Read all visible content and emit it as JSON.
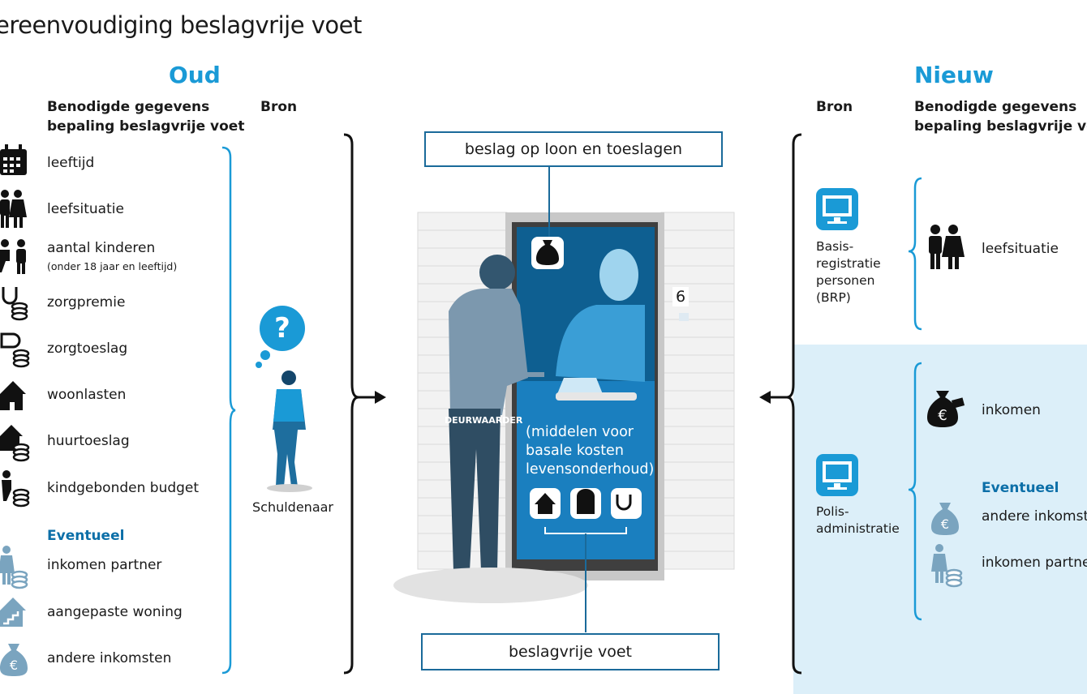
{
  "title": "ereenvoudiging beslagvrije voet",
  "old": {
    "heading": "Oud",
    "required_label_1": "Benodigde gegevens",
    "required_label_2": "bepaling beslagvrije voet",
    "source_label": "Bron",
    "items": [
      {
        "label": "leeftijd",
        "icon": "calendar-icon"
      },
      {
        "label": "leefsituatie",
        "icon": "family-icon"
      },
      {
        "label": "aantal kinderen",
        "sub": "(onder 18 jaar en leeftijd)",
        "icon": "children-icon"
      },
      {
        "label": "zorgpremie",
        "icon": "stethoscope-coins-icon"
      },
      {
        "label": "zorgtoeslag",
        "icon": "health-allowance-icon"
      },
      {
        "label": "woonlasten",
        "icon": "house-icon"
      },
      {
        "label": "huurtoeslag",
        "icon": "house-coins-icon"
      },
      {
        "label": "kindgebonden budget",
        "icon": "child-coins-icon"
      }
    ],
    "optional_heading": "Eventueel",
    "optional_items": [
      {
        "label": "inkomen partner",
        "icon": "partner-income-icon"
      },
      {
        "label": "aangepaste woning",
        "icon": "adapted-house-icon"
      },
      {
        "label": "andere inkomsten",
        "icon": "money-bag-icon"
      }
    ],
    "debtor_label": "Schuldenaar",
    "question_mark": "?"
  },
  "center": {
    "top_box": "beslag op loon en toeslagen",
    "bottom_box": "beslagvrije voet",
    "bailiff_label": "DEURWAARDER",
    "house_number": "6",
    "door_text_1": "(middelen voor",
    "door_text_2": "basale kosten",
    "door_text_3": "levensonderhoud)"
  },
  "new": {
    "heading": "Nieuw",
    "source_label": "Bron",
    "required_label_1": "Benodigde gegevens",
    "required_label_2": "bepaling beslagvrije voe",
    "brp": {
      "line1": "Basis-",
      "line2": "registratie",
      "line3": "personen",
      "line4": "(BRP)"
    },
    "brp_items": [
      {
        "label": "leefsituatie",
        "icon": "family-icon"
      }
    ],
    "polis": {
      "line1": "Polis-",
      "line2": "administratie"
    },
    "polis_items": [
      {
        "label": "inkomen",
        "icon": "money-bag-icon"
      }
    ],
    "optional_heading": "Eventueel",
    "optional_items": [
      {
        "label": "andere inkomst",
        "icon": "money-bag-icon"
      },
      {
        "label": "inkomen partner",
        "icon": "partner-income-icon"
      }
    ]
  },
  "colors": {
    "accent": "#1a9ad6",
    "dark_blue": "#0c6fa8",
    "panel": "#dceff9"
  }
}
